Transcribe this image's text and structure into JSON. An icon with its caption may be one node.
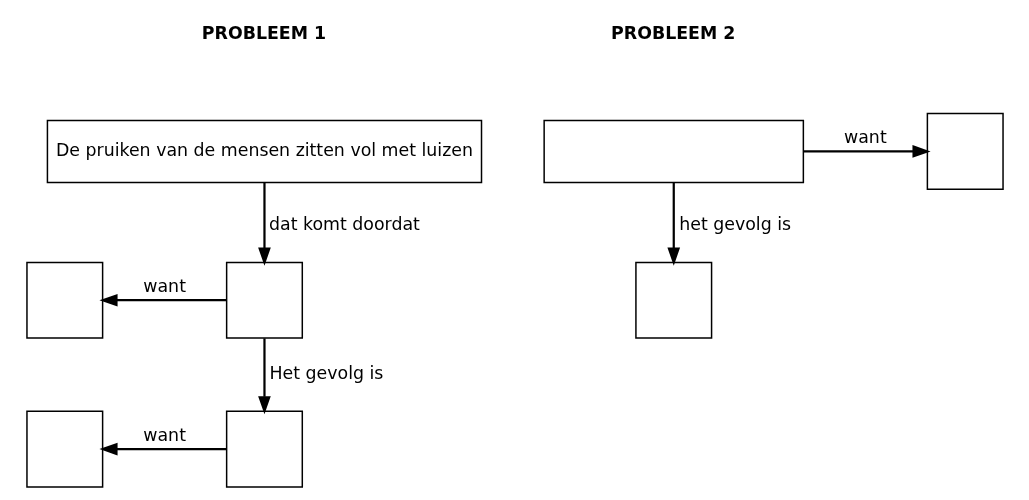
{
  "diagram": {
    "nodes": [
      {
        "text": [
          "De pruiken van de mensen zitten vol met luizen"
        ]
      },
      {
        "text": [],
        "shape": "box"
      },
      {
        "text": [],
        "shape": "box"
      },
      {
        "text": [],
        "shape": "box"
      },
      {
        "text": [],
        "shape": "box"
      },
      {
        "text": [],
        "shape": "box"
      },
      {
        "text": [],
        "shape": "box"
      },
      {
        "text": [],
        "shape": "box"
      }
    ],
    "edges": [
      {
        "from": 0,
        "to": 1,
        "arrow": "to",
        "label": "dat komt doordat"
      },
      {
        "from": 1,
        "to": 2,
        "arrow": "to",
        "label": "want"
      },
      {
        "from": 1,
        "to": 3,
        "arrow": "to",
        "label": "Het gevolg is"
      },
      {
        "from": 3,
        "to": 4,
        "arrow": "to",
        "label": "want"
      },
      {
        "from": 5,
        "to": 6,
        "arrow": "to",
        "label": "want"
      },
      {
        "from": 5,
        "to": 7,
        "arrow": "to",
        "label": "het gevolg is"
      }
    ],
    "labels": [
      "PROBLEEM 1",
      "PROBLEEM 2"
    ]
  }
}
